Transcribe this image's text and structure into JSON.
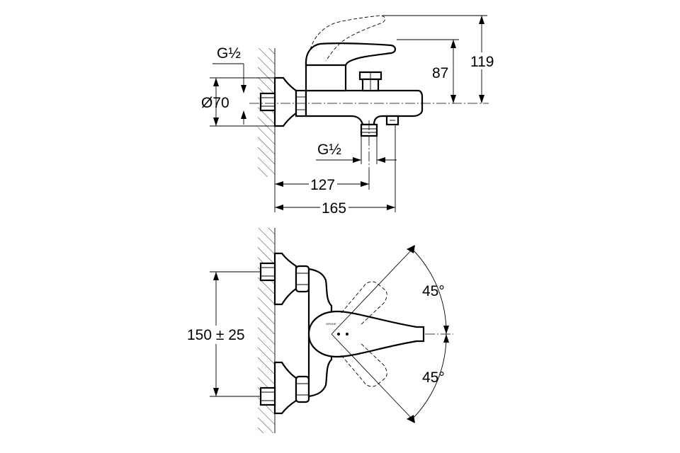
{
  "side_view": {
    "thread_top": "G½",
    "diameter": "Ø70",
    "thread_bottom": "G½",
    "dim_127": "127",
    "dim_165": "165",
    "dim_87": "87",
    "dim_119": "119"
  },
  "front_view": {
    "spacing": "150 ± 25",
    "angle_up": "45°",
    "angle_down": "45°",
    "logo": "GROHE"
  }
}
